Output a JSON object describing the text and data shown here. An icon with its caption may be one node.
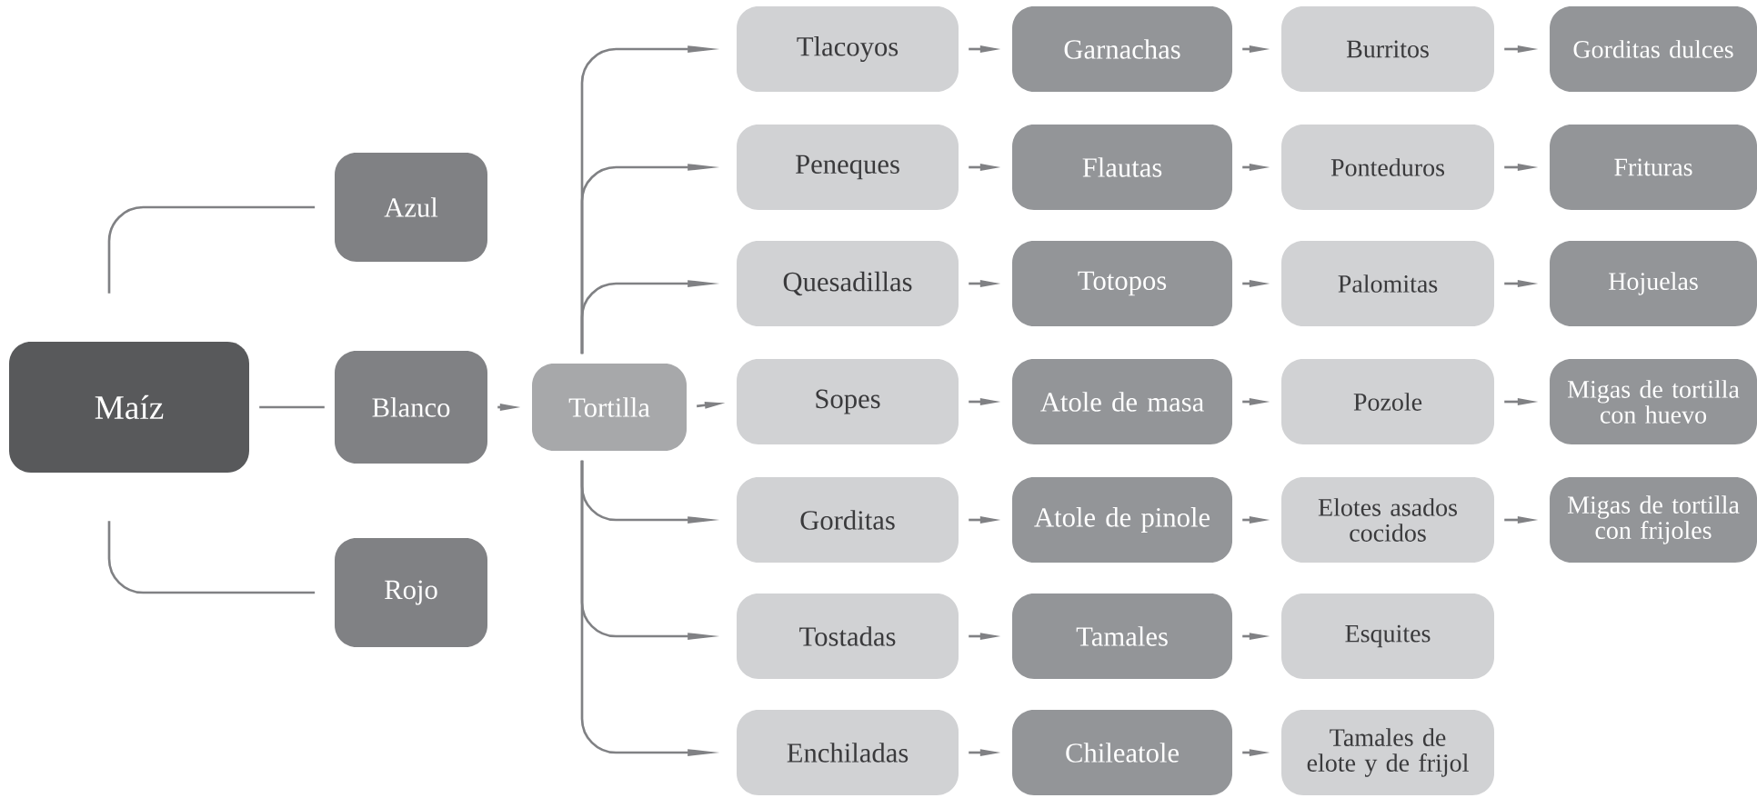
{
  "diagram": {
    "nodes": [
      {
        "text": [
          "Maíz"
        ]
      },
      {
        "text": [
          "Azul"
        ]
      },
      {
        "text": [
          "Blanco"
        ]
      },
      {
        "text": [
          "Rojo"
        ]
      },
      {
        "text": [
          "Tortilla"
        ]
      },
      {
        "text": [
          "Tlacoyos"
        ]
      },
      {
        "text": [
          "Garnachas"
        ]
      },
      {
        "text": [
          "Burritos"
        ]
      },
      {
        "text": [
          "Gorditas dulces"
        ]
      },
      {
        "text": [
          "Peneques"
        ]
      },
      {
        "text": [
          "Flautas"
        ]
      },
      {
        "text": [
          "Ponteduros"
        ]
      },
      {
        "text": [
          "Frituras"
        ]
      },
      {
        "text": [
          "Quesadillas"
        ]
      },
      {
        "text": [
          "Totopos"
        ]
      },
      {
        "text": [
          "Palomitas"
        ]
      },
      {
        "text": [
          "Hojuelas"
        ]
      },
      {
        "text": [
          "Sopes"
        ]
      },
      {
        "text": [
          "Atole de masa"
        ]
      },
      {
        "text": [
          "Pozole"
        ]
      },
      {
        "text": [
          "Migas de tortilla con huevo"
        ]
      },
      {
        "text": [
          "Gorditas"
        ]
      },
      {
        "text": [
          "Atole de pinole"
        ]
      },
      {
        "text": [
          "Elotes asados cocidos"
        ]
      },
      {
        "text": [
          "Migas de tortilla con frijoles"
        ]
      },
      {
        "text": [
          "Tostadas"
        ]
      },
      {
        "text": [
          "Tamales"
        ]
      },
      {
        "text": [
          "Esquites"
        ]
      },
      {
        "text": [
          "Enchiladas"
        ]
      },
      {
        "text": [
          "Chileatole"
        ]
      },
      {
        "text": [
          "Tamales de elote y de frijol"
        ]
      }
    ],
    "edges": [
      {
        "from": 0,
        "to": 1,
        "arrow": "none"
      },
      {
        "from": 0,
        "to": 2,
        "arrow": "none"
      },
      {
        "from": 0,
        "to": 3,
        "arrow": "none"
      },
      {
        "from": 2,
        "to": 4,
        "arrow": "to"
      },
      {
        "from": 4,
        "to": 5,
        "arrow": "to"
      },
      {
        "from": 4,
        "to": 9,
        "arrow": "to"
      },
      {
        "from": 4,
        "to": 13,
        "arrow": "to"
      },
      {
        "from": 4,
        "to": 17,
        "arrow": "to"
      },
      {
        "from": 4,
        "to": 21,
        "arrow": "to"
      },
      {
        "from": 4,
        "to": 25,
        "arrow": "to"
      },
      {
        "from": 4,
        "to": 28,
        "arrow": "to"
      },
      {
        "from": 5,
        "to": 6,
        "arrow": "to"
      },
      {
        "from": 6,
        "to": 7,
        "arrow": "to"
      },
      {
        "from": 7,
        "to": 8,
        "arrow": "to"
      },
      {
        "from": 9,
        "to": 10,
        "arrow": "to"
      },
      {
        "from": 10,
        "to": 11,
        "arrow": "to"
      },
      {
        "from": 11,
        "to": 12,
        "arrow": "to"
      },
      {
        "from": 13,
        "to": 14,
        "arrow": "to"
      },
      {
        "from": 14,
        "to": 15,
        "arrow": "to"
      },
      {
        "from": 15,
        "to": 16,
        "arrow": "to"
      },
      {
        "from": 17,
        "to": 18,
        "arrow": "to"
      },
      {
        "from": 18,
        "to": 19,
        "arrow": "to"
      },
      {
        "from": 19,
        "to": 20,
        "arrow": "to"
      },
      {
        "from": 21,
        "to": 22,
        "arrow": "to"
      },
      {
        "from": 22,
        "to": 23,
        "arrow": "to"
      },
      {
        "from": 23,
        "to": 24,
        "arrow": "to"
      },
      {
        "from": 25,
        "to": 26,
        "arrow": "to"
      },
      {
        "from": 26,
        "to": 27,
        "arrow": "to"
      },
      {
        "from": 28,
        "to": 29,
        "arrow": "to"
      },
      {
        "from": 29,
        "to": 30,
        "arrow": "to"
      }
    ]
  }
}
